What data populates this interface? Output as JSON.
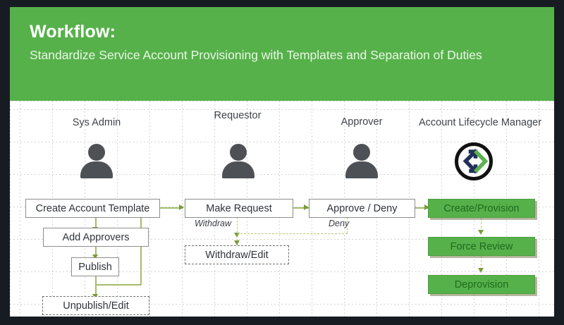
{
  "header": {
    "title": "Workflow:",
    "subtitle": "Standardize Service Account Provisioning with Templates and Separation of Duties",
    "band_color": "#56b14a"
  },
  "lanes": [
    {
      "id": "sys-admin",
      "label": "Sys Admin",
      "actor_icon": "person-icon"
    },
    {
      "id": "requestor",
      "label": "Requestor",
      "actor_icon": "person-icon"
    },
    {
      "id": "approver",
      "label": "Approver",
      "actor_icon": "person-icon"
    },
    {
      "id": "account-lifecycle-manager",
      "label": "Account Lifecycle Manager",
      "actor_icon": "lifecycle-manager-logo-icon"
    }
  ],
  "nodes": [
    {
      "id": "create-account-template",
      "label": "Create Account Template",
      "style": "solid",
      "lane": "sys-admin"
    },
    {
      "id": "add-approvers",
      "label": "Add Approvers",
      "style": "solid",
      "lane": "sys-admin"
    },
    {
      "id": "publish",
      "label": "Publish",
      "style": "solid",
      "lane": "sys-admin"
    },
    {
      "id": "unpublish-edit",
      "label": "Unpublish/Edit",
      "style": "dashed",
      "lane": "sys-admin"
    },
    {
      "id": "make-request",
      "label": "Make Request",
      "style": "solid",
      "lane": "requestor"
    },
    {
      "id": "withdraw-edit",
      "label": "Withdraw/Edit",
      "style": "dashed",
      "lane": "requestor"
    },
    {
      "id": "approve-deny",
      "label": "Approve / Deny",
      "style": "solid",
      "lane": "approver"
    },
    {
      "id": "create-provision",
      "label": "Create/Provision",
      "style": "green",
      "lane": "account-lifecycle-manager"
    },
    {
      "id": "force-review",
      "label": "Force Review",
      "style": "green",
      "lane": "account-lifecycle-manager"
    },
    {
      "id": "deprovision",
      "label": "Deprovision",
      "style": "green",
      "lane": "account-lifecycle-manager"
    }
  ],
  "edge_labels": [
    {
      "id": "withdraw",
      "label": "Withdraw"
    },
    {
      "id": "deny",
      "label": "Deny"
    }
  ],
  "colors": {
    "brand_green": "#56b14a",
    "connector_green": "#a5bc6a",
    "arrow_green": "#7a9c3a",
    "green_box_text": "#1d6b1f",
    "actor_gray": "#4d5156",
    "logo_navy": "#23305c",
    "logo_green": "#5bb24e"
  }
}
